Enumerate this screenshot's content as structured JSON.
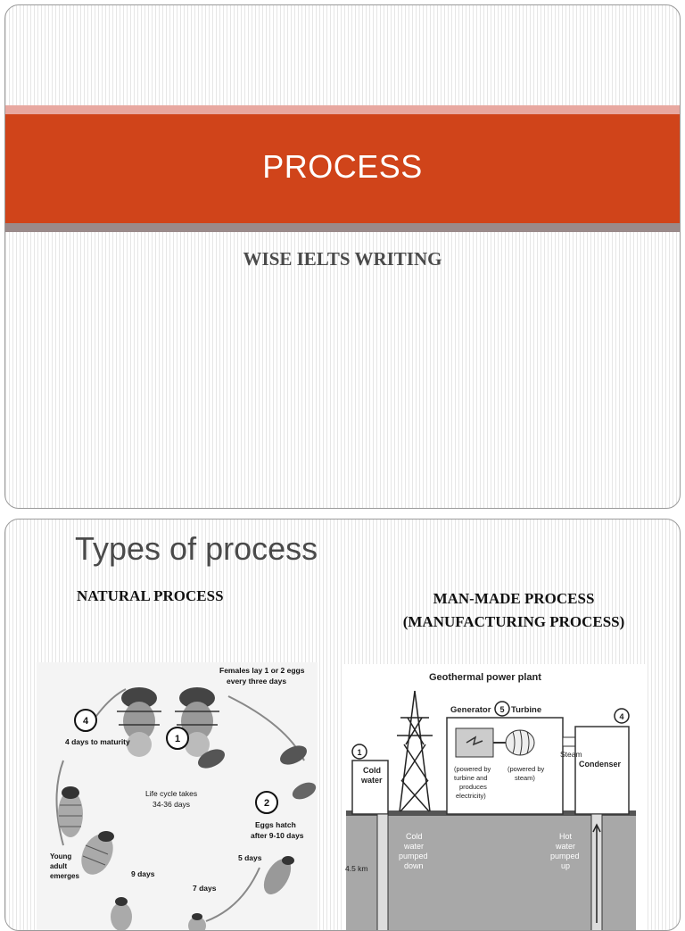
{
  "slide1": {
    "title": "PROCESS",
    "subtitle": "WISE IELTS WRITING",
    "colors": {
      "accent": "#d0441a",
      "accent_light": "#e8a8a0",
      "band_gray": "#9a8a8a"
    }
  },
  "slide2": {
    "title": "Types of process",
    "natural_label": "NATURAL PROCESS",
    "manmade_label_1": "MAN-MADE PROCESS",
    "manmade_label_2": "(MANUFACTURING PROCESS)",
    "lifecycle": {
      "females_1": "Females lay 1 or 2 eggs",
      "females_2": "every three days",
      "step1": "1",
      "step2": "2",
      "step4": "4",
      "maturity": "4 days to maturity",
      "cycle_1": "Life cycle takes",
      "cycle_2": "34-36 days",
      "hatch_1": "Eggs hatch",
      "hatch_2": "after 9-10 days",
      "young_1": "Young",
      "young_2": "adult",
      "young_3": "emerges",
      "days5": "5 days",
      "days9": "9 days",
      "days7": "7 days"
    },
    "geothermal": {
      "title": "Geothermal power plant",
      "generator": "Generator",
      "turbine": "Turbine",
      "step1": "1",
      "step4": "4",
      "step5": "5",
      "cold_water_1": "Cold",
      "cold_water_2": "water",
      "steam": "Steam",
      "condenser": "Condenser",
      "gen_note_1": "(powered by",
      "gen_note_2": "turbine and",
      "gen_note_3": "produces",
      "gen_note_4": "electricity)",
      "tur_note_1": "(powered by",
      "tur_note_2": "steam)",
      "depth": "4.5 km",
      "down_1": "Cold",
      "down_2": "water",
      "down_3": "pumped",
      "down_4": "down",
      "up_1": "Hot",
      "up_2": "water",
      "up_3": "pumped",
      "up_4": "up"
    }
  }
}
